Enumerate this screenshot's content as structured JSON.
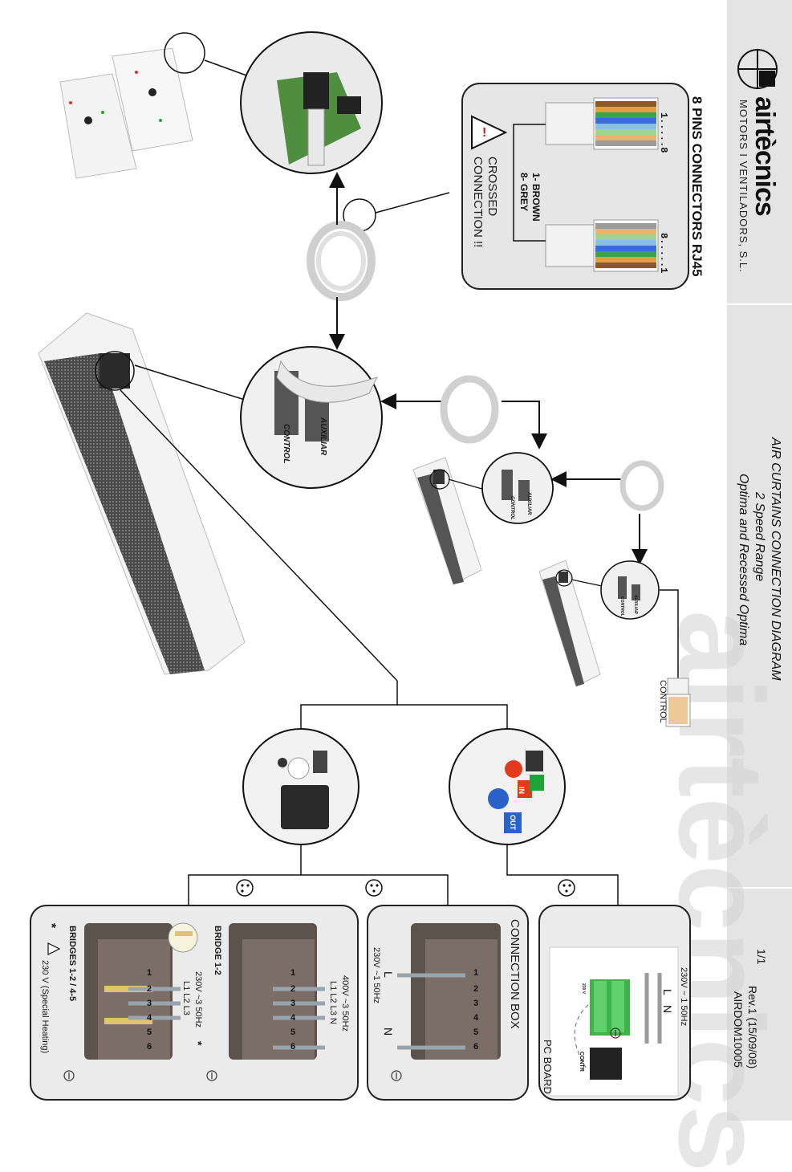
{
  "brand": {
    "name": "airtècnics",
    "subtitle": "MOTORS I VENTILADORS, S.L.",
    "watermark": "airtècnics"
  },
  "title": {
    "line1": "AIR CURTAINS CONNECTION DIAGRAM",
    "line2": "2 Speed Range",
    "line3": "Optima and Recessed Optima"
  },
  "document": {
    "page": "1/1",
    "revision": "Rev.1 (15/09/08)",
    "code": "AIRDOM10005"
  },
  "rj45": {
    "heading": "8 PINS CONNECTORS RJ45",
    "left_pins": "1.....8",
    "right_pins": "8.....1",
    "note1": "1- BROWN",
    "note2": "8- GREY",
    "warning_l1": "CROSSED",
    "warning_l2": "CONNECTION !!"
  },
  "ports": {
    "auxiliar": "AUXILIAR",
    "control": "CONTROL",
    "control_plug": "CONTROL"
  },
  "pc_board": {
    "supply": "230V ~ 1 50Hz",
    "L": "L",
    "N": "N",
    "label": "PC BOARD",
    "chip_label": "CONTR",
    "term_label": "230 V"
  },
  "buttons": {
    "in": "IN",
    "out": "OUT"
  },
  "connection_box": {
    "title": "CONNECTION BOX",
    "supply": "230V ~1 50Hz",
    "L": "L",
    "N": "N"
  },
  "bridges": {
    "supply_tri": "400V ~3 50Hz",
    "phases_tri": "L1 L2 L3 N",
    "title1": "BRIDGE 1-2",
    "supply_low": "230V ~3 50Hz",
    "star": "*",
    "phases_low": "L1 L2 L3",
    "title2": "BRIDGES 1-2 / 4-5",
    "footnote": "230 V (Special Heating)"
  },
  "terminals": [
    "1",
    "2",
    "3",
    "4",
    "5",
    "6"
  ],
  "colors": {
    "sidebar": "#e4e4e4",
    "panel_stroke": "#333333",
    "wire_grey": "#9aa4ad",
    "terminal_dark": "#5c534d",
    "button_red": "#e23a1c",
    "button_blue": "#2b62c9",
    "label_green": "#1fa23a"
  },
  "icons": {
    "logo": "quartered-circle-logo-icon",
    "warning": "warning-triangle-icon",
    "ground": "ground-icon",
    "speed": "speed-dots-icon"
  }
}
